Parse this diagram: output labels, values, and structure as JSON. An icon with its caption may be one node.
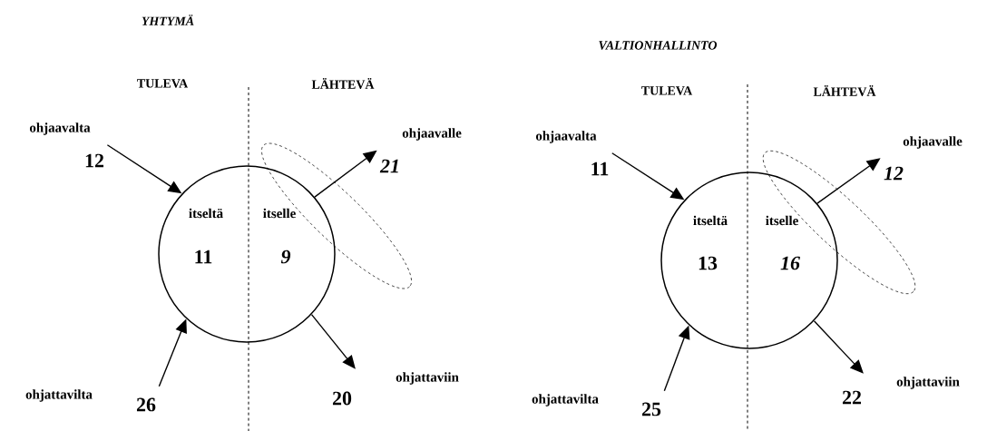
{
  "diagram": {
    "nodes": [
      {
        "text": [
          "itseltä",
          "11",
          "itselle",
          "9"
        ]
      },
      {
        "text": [
          "ohjaavalta",
          "12"
        ]
      },
      {
        "text": [
          "ohjaavalle",
          "21"
        ]
      },
      {
        "text": [
          "ohjattavilta",
          "26"
        ]
      },
      {
        "text": [
          "ohjattaviin",
          "20"
        ]
      },
      {
        "text": [
          "itseltä",
          "13",
          "itselle",
          "16"
        ]
      },
      {
        "text": [
          "ohjaavalta",
          "11"
        ]
      },
      {
        "text": [
          "ohjaavalle",
          "12"
        ]
      },
      {
        "text": [
          "ohjattavilta",
          "25"
        ]
      },
      {
        "text": [
          "ohjattaviin",
          "22"
        ]
      }
    ],
    "edges": [
      {
        "from": 1,
        "to": 0,
        "arrow": "to"
      },
      {
        "from": 0,
        "to": 2,
        "arrow": "to"
      },
      {
        "from": 3,
        "to": 0,
        "arrow": "to"
      },
      {
        "from": 0,
        "to": 4,
        "arrow": "to"
      },
      {
        "from": 6,
        "to": 5,
        "arrow": "to"
      },
      {
        "from": 5,
        "to": 7,
        "arrow": "to"
      },
      {
        "from": 8,
        "to": 5,
        "arrow": "to"
      },
      {
        "from": 5,
        "to": 9,
        "arrow": "to"
      }
    ],
    "labels": [
      "YHTYMÄ",
      "TULEVA",
      "LÄHTEVÄ",
      "VALTIONHALLINTO",
      "TULEVA",
      "LÄHTEVÄ"
    ]
  }
}
